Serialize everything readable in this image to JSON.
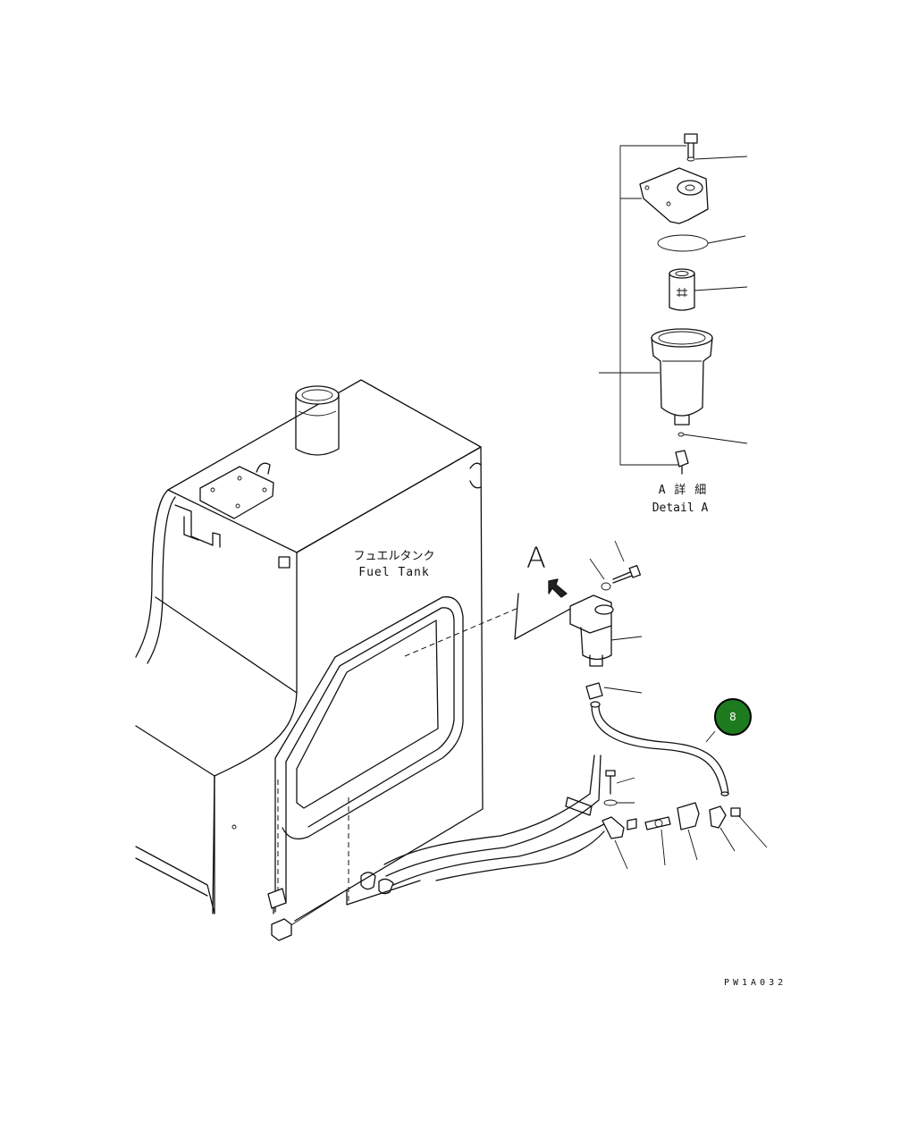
{
  "labels": {
    "tank_jp": "フュエルタンク",
    "tank_en": "Fuel Tank",
    "view_letter": "A",
    "detail_jp": "A 詳 細",
    "detail_en": "Detail A",
    "drawing_code": "PW1A032"
  },
  "callout": {
    "number": "8",
    "color": "#1e7a1e"
  }
}
